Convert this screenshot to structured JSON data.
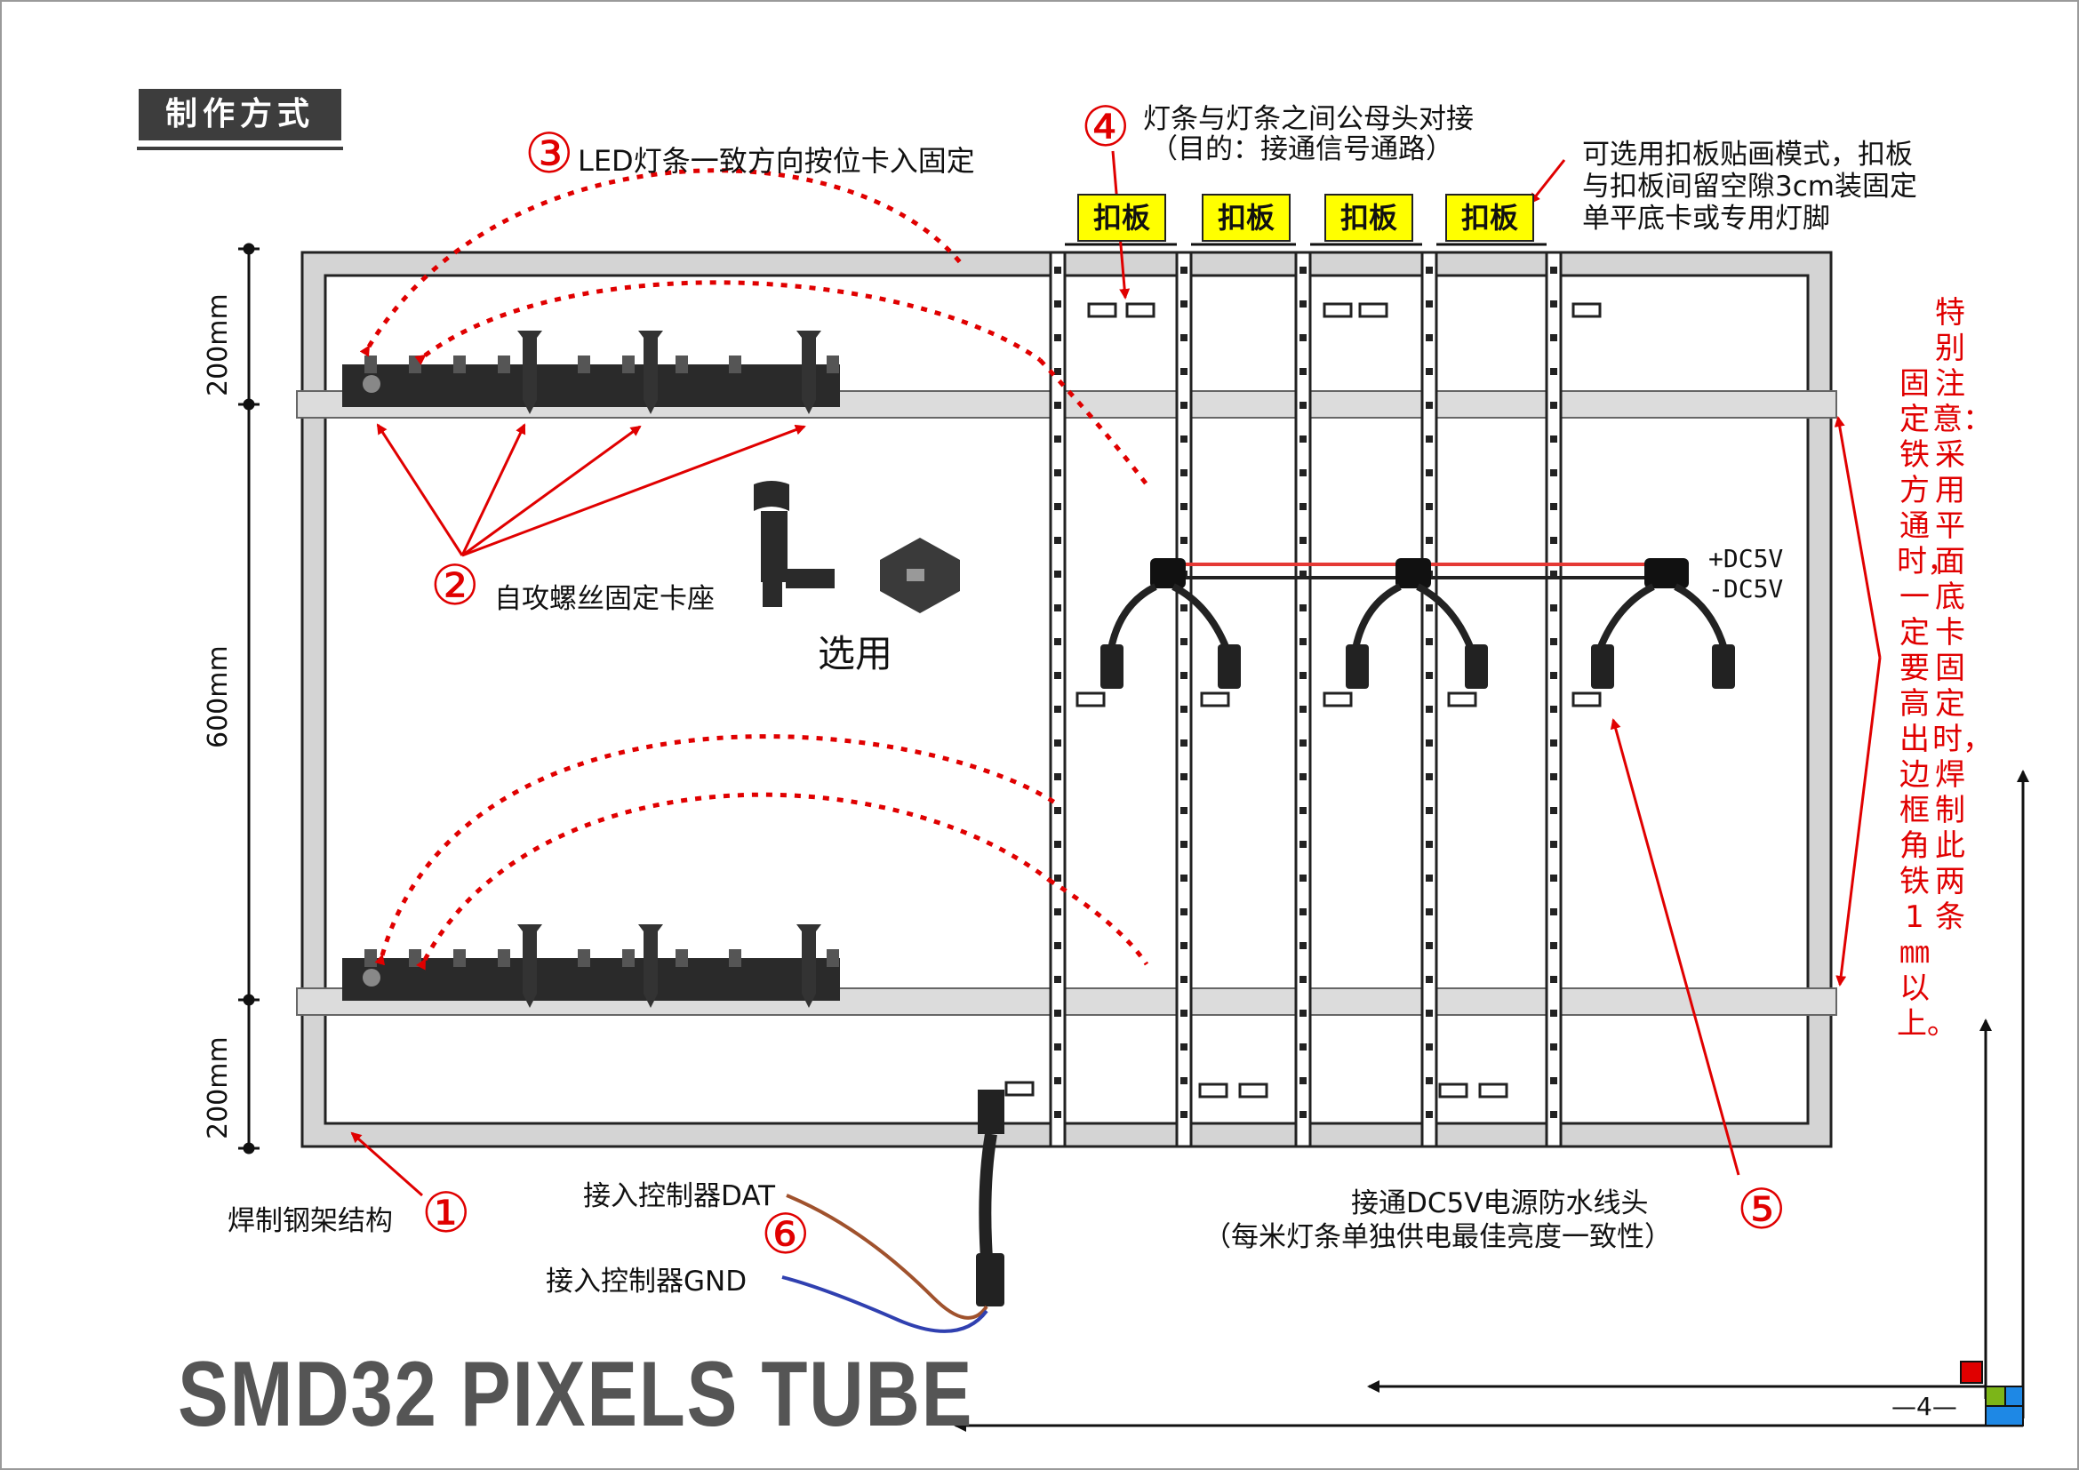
{
  "section_title": "制作方式",
  "plate_label": "扣板",
  "callouts": {
    "c1": {
      "number": "①",
      "text": "焊制钢架结构"
    },
    "c2": {
      "number": "②",
      "text": "自攻螺丝固定卡座"
    },
    "c3": {
      "number": "③",
      "text": "LED灯条一致方向按位卡入固定"
    },
    "c4": {
      "number": "④",
      "text_line1": "灯条与灯条之间公母头对接",
      "text_line2": "（目的：接通信号通路）"
    },
    "c5": {
      "number": "⑤",
      "text_line1": "接通DC5V电源防水线头",
      "text_line2": "（每米灯条单独供电最佳亮度一致性）"
    },
    "c6": {
      "number": "⑥",
      "dat": "接入控制器DAT",
      "gnd": "接入控制器GND"
    }
  },
  "optional_label": "选用",
  "plate_note": {
    "line1": "可选用扣板贴画模式，扣板",
    "line2": "与扣板间留空隙3cm装固定",
    "line3": "单平底卡或专用灯脚"
  },
  "power": {
    "positive": "+DC5V",
    "negative": "-DC5V"
  },
  "dimensions": {
    "top": "200mm",
    "middle": "600mm",
    "bottom": "200mm"
  },
  "special_note": {
    "col1": "特别注意：采用平面底卡固定时，焊制此两条",
    "col2": "固定铁方通时，一定要高出边框 角铁1㎜以上。"
  },
  "product_title": "SMD32 PIXELS  TUBE",
  "page_number": "—4—",
  "colors": {
    "accent_red": "#e00000",
    "plate_yellow": "#ffff00",
    "frame_gray": "#d4d4d4",
    "heading_bg": "#3d3d3d",
    "wire_red": "#e53935",
    "wire_brown": "#a0522d",
    "wire_blue": "#3040b0",
    "corner_red": "#e00000",
    "corner_green": "#7cb518",
    "corner_blue": "#1e88e5"
  }
}
